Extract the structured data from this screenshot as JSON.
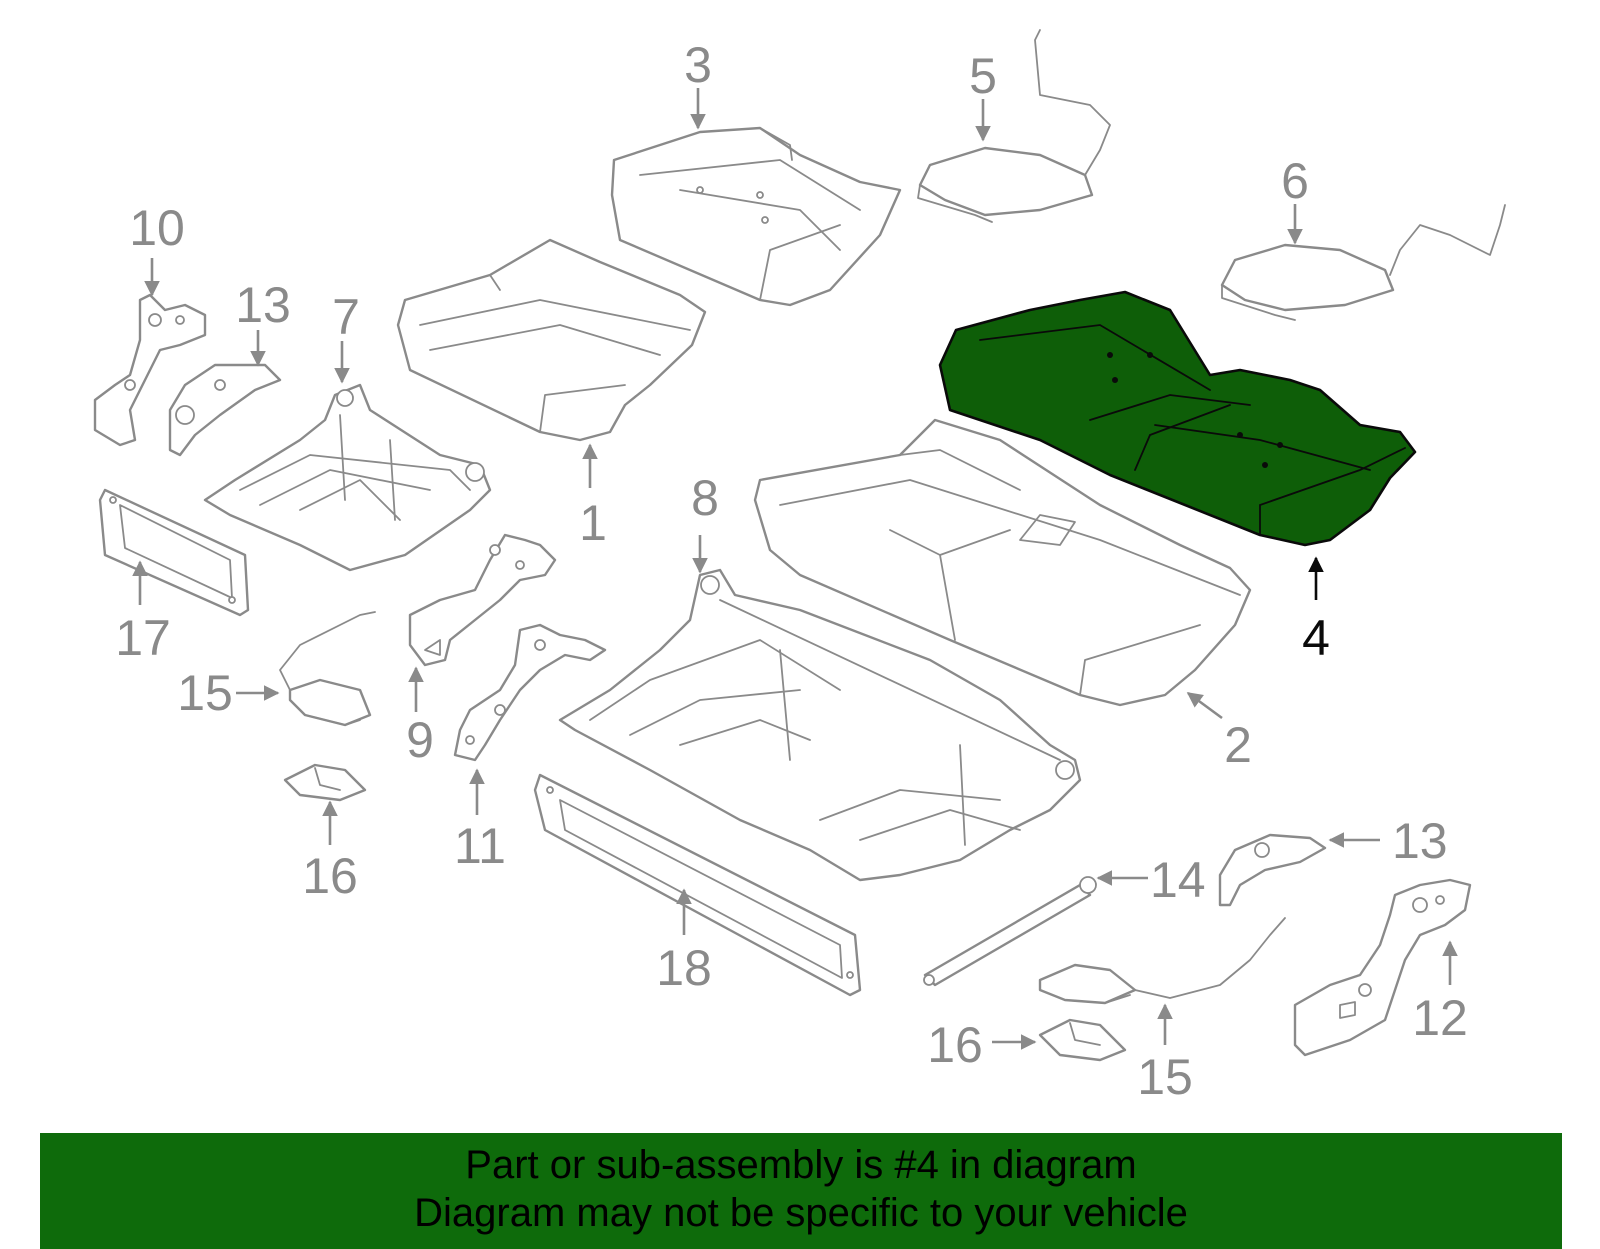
{
  "diagram": {
    "labels": {
      "l1": "1",
      "l2": "2",
      "l3": "3",
      "l4": "4",
      "l5": "5",
      "l6": "6",
      "l7": "7",
      "l8": "8",
      "l9": "9",
      "l10": "10",
      "l11": "11",
      "l12": "12",
      "l13a": "13",
      "l13b": "13",
      "l14": "14",
      "l15a": "15",
      "l15b": "15",
      "l16a": "16",
      "l16b": "16",
      "l17": "17",
      "l18": "18"
    },
    "highlighted_part": "4",
    "highlight_color": "#0e5e08",
    "line_color": "#8a8a8a"
  },
  "banner": {
    "line1": "Part or sub-assembly is #4 in diagram",
    "line2": "Diagram may not be specific to your vehicle",
    "background": "#0e6b0b"
  }
}
